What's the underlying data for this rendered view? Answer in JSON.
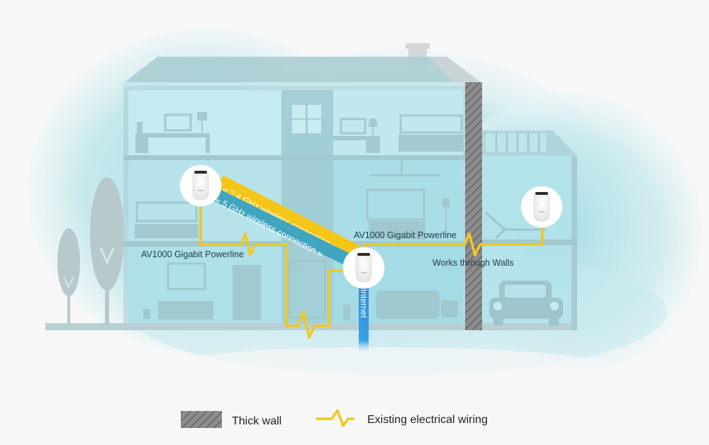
{
  "diagram": {
    "title": "",
    "labels": {
      "band_24": "« 2.4 GHz wireless connection »",
      "band_5": "« 5 GHz wireless connection »",
      "powerline_left": "AV1000 Gigabit Powerline",
      "powerline_right": "AV1000 Gigabit Powerline",
      "works_through_walls": "Works through Walls",
      "internet": "Internet"
    },
    "devices": [
      {
        "name": "mesh-unit-upstairs-left",
        "role": "satellite"
      },
      {
        "name": "mesh-unit-main",
        "role": "main"
      },
      {
        "name": "mesh-unit-garage",
        "role": "satellite"
      }
    ],
    "colors": {
      "wiring": "#f2c81e",
      "band_24": "#f5c518",
      "band_5": "#3fa5c0",
      "internet": "#2b8fd6",
      "wall": "#8a8a8a",
      "house": "#a9cdd3",
      "background": "#f7f7f7"
    }
  },
  "legend": {
    "items": [
      {
        "icon": "hatched-wall-icon",
        "label": "Thick wall"
      },
      {
        "icon": "zigzag-wire-icon",
        "label": "Existing electrical wiring"
      }
    ]
  }
}
